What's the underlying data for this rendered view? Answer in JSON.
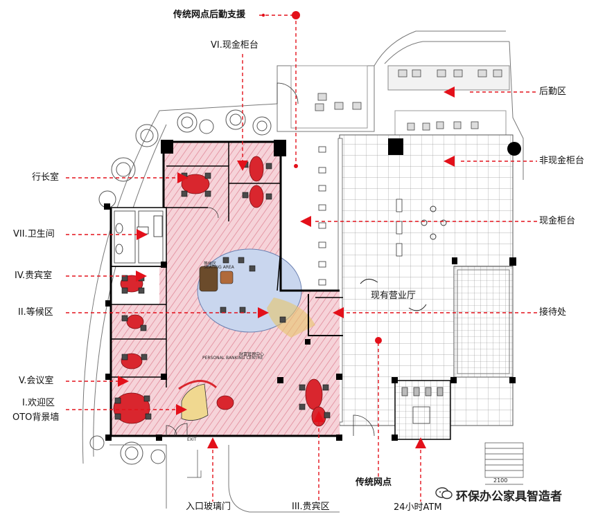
{
  "labels": {
    "support": "传统网点后勤支援",
    "cash_vi": "VI.现金柜台",
    "logistics": "后勤区",
    "noncash": "非现金柜台",
    "president": "行长室",
    "cash": "现金柜台",
    "restroom": "VII.卫生间",
    "vip_room": "IV.贵宾室",
    "existing_hall": "现有营业厅",
    "waiting": "II.等候区",
    "reception": "接待处",
    "meeting": "V.会议室",
    "welcome": "I.欢迎区",
    "oto_wall": "OTO背景墙",
    "traditional": "传统网点",
    "entrance": "入口玻璃门",
    "vip_zone": "III.贵宾区",
    "atm": "24小时ATM"
  },
  "plan_text": {
    "seating_cn": "等候区",
    "seating_en": "SEATING AREA",
    "banking_cn": "财富管理中心",
    "banking_en": "PERSONAL BANKING CENTRE",
    "exit": "EXIT",
    "dim": "2100"
  },
  "watermark": {
    "text": "环保办公家具智造者",
    "icon": "wechat-icon"
  },
  "colors": {
    "arrow_red": "#e3101a",
    "floor_pink": "#f3c8cf",
    "waiting_blue": "#c9d6ee",
    "furniture_red": "#d9262e",
    "wall": "#000000"
  }
}
